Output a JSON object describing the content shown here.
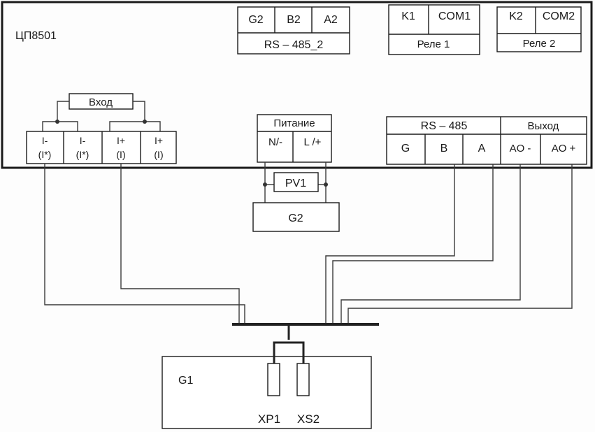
{
  "device": {
    "name": "ЦП8501"
  },
  "rs485_2": {
    "title": "RS – 485_2",
    "terminals": [
      "G2",
      "B2",
      "A2"
    ]
  },
  "relay1": {
    "title": "Реле 1",
    "terminals": [
      "K1",
      "COM1"
    ]
  },
  "relay2": {
    "title": "Реле 2",
    "terminals": [
      "K2",
      "COM2"
    ]
  },
  "input": {
    "title": "Вход",
    "terminals": [
      {
        "top": "I-",
        "bottom": "(I*)"
      },
      {
        "top": "I-",
        "bottom": "(I*)"
      },
      {
        "top": "I+",
        "bottom": "(I)"
      },
      {
        "top": "I+",
        "bottom": "(I)"
      }
    ]
  },
  "power": {
    "title": "Питание",
    "terminals": [
      "N/-",
      "L /+"
    ]
  },
  "rs485": {
    "title": "RS – 485",
    "terminals": [
      "G",
      "B",
      "A"
    ]
  },
  "output": {
    "title": "Выход",
    "terminals": [
      "AO -",
      "AO +"
    ]
  },
  "pv1": {
    "label": "PV1"
  },
  "g2": {
    "label": "G2"
  },
  "g1": {
    "label": "G1"
  },
  "connectors": {
    "xp1": "XP1",
    "xs2": "XS2"
  }
}
